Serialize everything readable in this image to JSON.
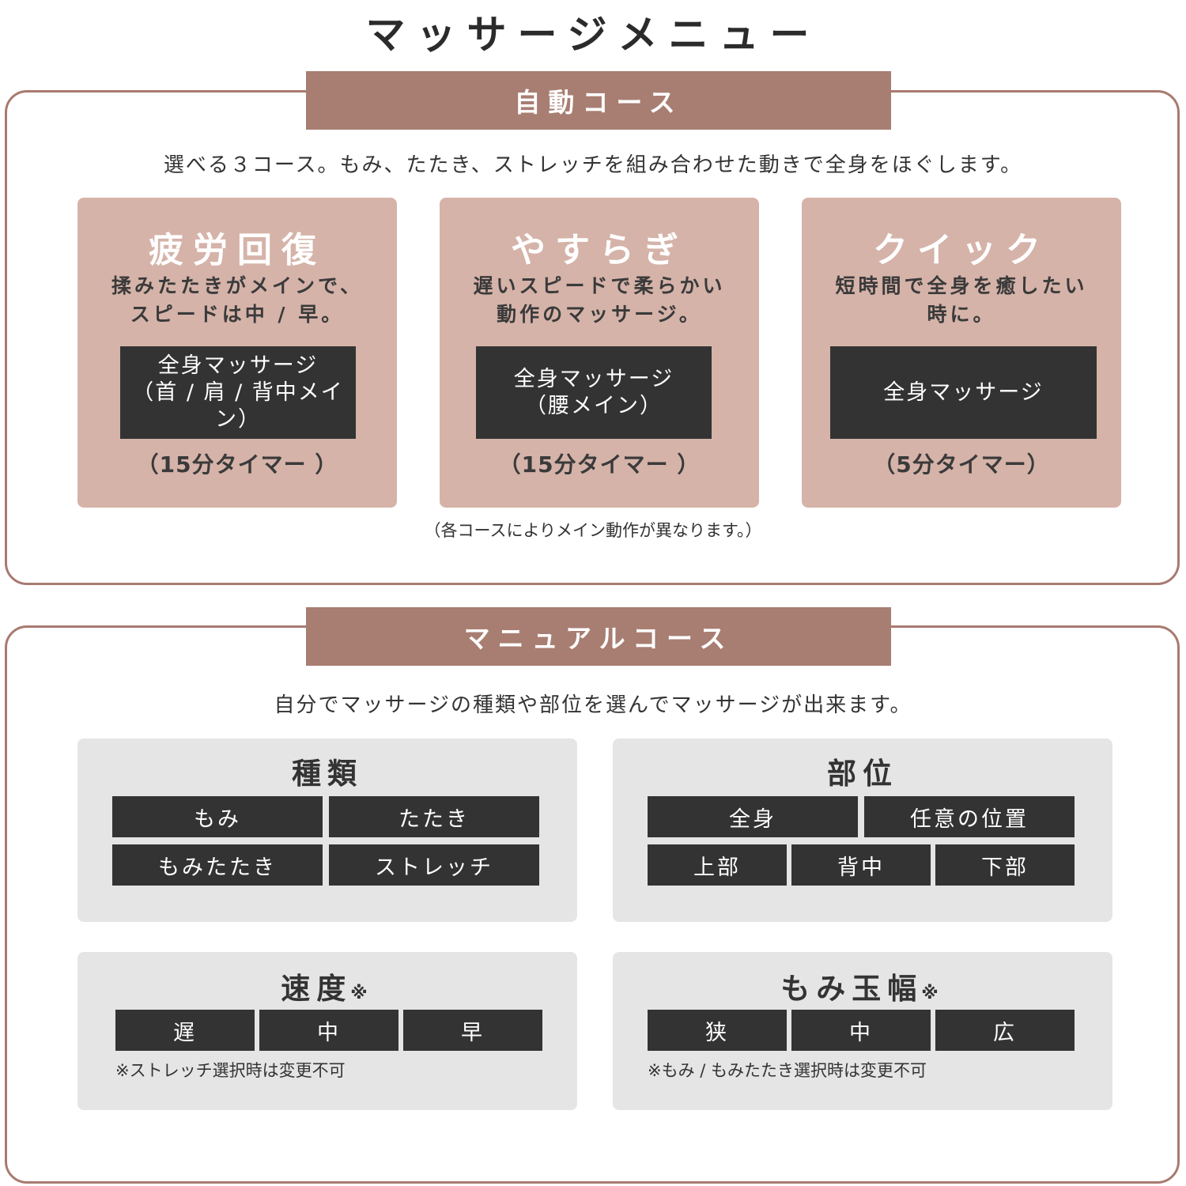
{
  "page_title": "マッサージメニュー",
  "auto": {
    "heading": "自動コース",
    "description": "選べる３コース。もみ、たたき、ストレッチを組み合わせた動きで全身をほぐします。",
    "courses": [
      {
        "name": "疲労回復",
        "description": "揉みたたきがメインで、\nスピードは中 / 早。",
        "box": "全身マッサージ\n（首 / 肩 / 背中メイン）",
        "timer": "（15分タイマー ）"
      },
      {
        "name": "やすらぎ",
        "description": "遅いスピードで柔らかい\n動作のマッサージ。",
        "box": "全身マッサージ\n（腰メイン）",
        "timer": "（15分タイマー ）"
      },
      {
        "name": "クイック",
        "description": "短時間で全身を癒したい\n時に。",
        "box": "全身マッサージ",
        "timer": "（5分タイマー）"
      }
    ],
    "note": "（各コースによりメイン動作が異なります。）"
  },
  "manual": {
    "heading": "マニュアルコース",
    "description": "自分でマッサージの種類や部位を選んでマッサージが出来ます。",
    "type": {
      "title": "種類",
      "options": [
        "もみ",
        "たたき",
        "もみたたき",
        "ストレッチ"
      ]
    },
    "area": {
      "title": "部位",
      "options": [
        "全身",
        "任意の位置",
        "上部",
        "背中",
        "下部"
      ]
    },
    "speed": {
      "title": "速度",
      "mark": "※",
      "options": [
        "遅",
        "中",
        "早"
      ],
      "note": "※ストレッチ選択時は変更不可"
    },
    "width": {
      "title": "もみ玉幅",
      "mark": "※",
      "options": [
        "狭",
        "中",
        "広"
      ],
      "note": "※もみ / もみたたき選択時は変更不可"
    }
  },
  "colors": {
    "banner": "#a87e72",
    "card": "#d5b3a9",
    "frame": "#a87a70",
    "dark_box": "#333333",
    "panel": "#e5e5e5"
  }
}
